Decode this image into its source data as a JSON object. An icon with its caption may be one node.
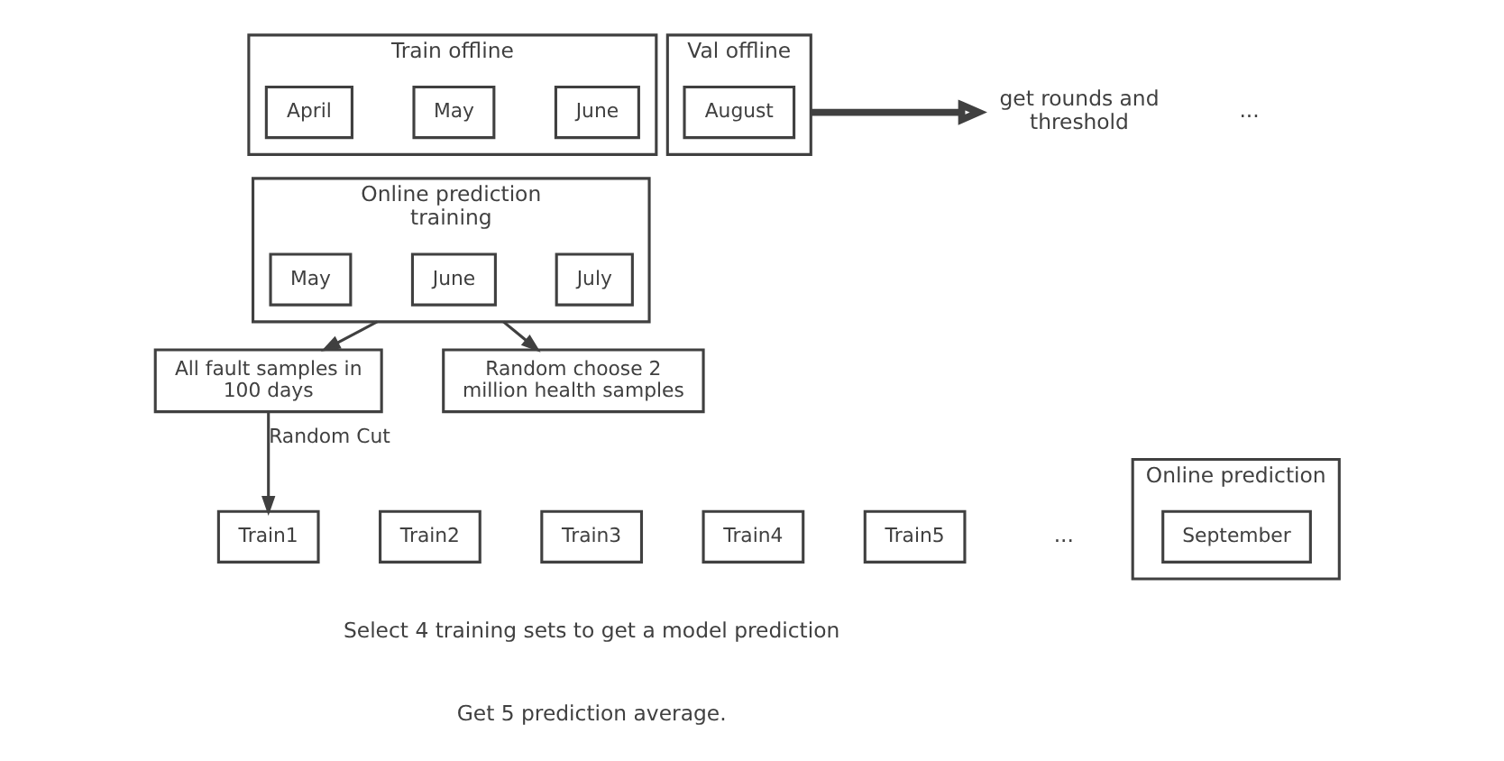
{
  "diagram": {
    "nodes": [
      {
        "text": [
          "Train offline"
        ]
      },
      {
        "text": [
          "April"
        ],
        "in": 0
      },
      {
        "text": [
          "May"
        ],
        "in": 0
      },
      {
        "text": [
          "June"
        ],
        "in": 0
      },
      {
        "text": [
          "Val offline"
        ]
      },
      {
        "text": [
          "August"
        ],
        "in": 4
      },
      {
        "text": [
          "get rounds and threshold"
        ]
      },
      {
        "text": [
          "Online prediction training"
        ]
      },
      {
        "text": [
          "May"
        ],
        "in": 7
      },
      {
        "text": [
          "June"
        ],
        "in": 7
      },
      {
        "text": [
          "July"
        ],
        "in": 7
      },
      {
        "text": [
          "All fault samples in 100 days"
        ]
      },
      {
        "text": [
          "Random choose 2 million health samples"
        ]
      },
      {
        "text": [
          "Train1"
        ]
      },
      {
        "text": [
          "Train2"
        ]
      },
      {
        "text": [
          "Train3"
        ]
      },
      {
        "text": [
          "Train4"
        ]
      },
      {
        "text": [
          "Train5"
        ]
      },
      {
        "text": [
          "Online prediction"
        ]
      },
      {
        "text": [
          "September"
        ],
        "in": 18
      }
    ],
    "edges": [
      {
        "from": 4,
        "to": 6,
        "arrow": "to",
        "style": "thick"
      },
      {
        "from": 7,
        "to": 11,
        "arrow": "to"
      },
      {
        "from": 7,
        "to": 12,
        "arrow": "to"
      },
      {
        "from": 11,
        "to": 13,
        "arrow": "to",
        "label": "Random Cut"
      }
    ],
    "labels": [
      "...",
      "...",
      "Select 4 training sets to get a model prediction",
      "Get 5 prediction average."
    ]
  }
}
